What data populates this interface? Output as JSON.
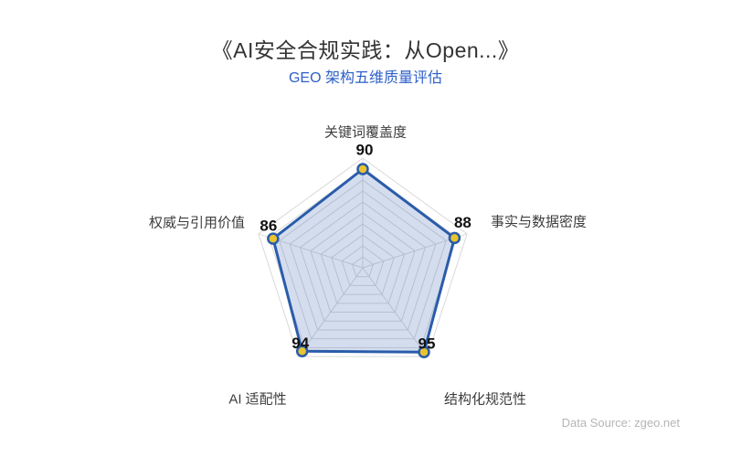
{
  "header": {
    "title": "《AI安全合规实践：从Open...》",
    "subtitle": "GEO 架构五维质量评估"
  },
  "footer": {
    "source": "Data Source: zgeo.net"
  },
  "colors": {
    "title": "#333333",
    "subtitle": "#2d5fc8",
    "axis_label": "#3d3d3d",
    "value_label": "#111111",
    "grid_line": "#d9d9d9",
    "series_border": "#2a5caa",
    "series_fill": "rgba(59,100,176,0.22)",
    "marker_fill": "#e9c431",
    "source": "#b5b5b5",
    "background": "#ffffff"
  },
  "chart_data": {
    "type": "radar",
    "title": "GEO 架构五维质量评估",
    "axes": [
      "关键词覆盖度",
      "事实与数据密度",
      "结构化规范性",
      "AI 适配性",
      "权威与引用价值"
    ],
    "series": [
      {
        "name": "GEO 架构五维质量评估",
        "values": [
          90,
          88,
          95,
          94,
          86
        ]
      }
    ],
    "scale": {
      "min": 0,
      "max": 100,
      "rings": 10
    },
    "grid": true,
    "legend_position": "none"
  }
}
